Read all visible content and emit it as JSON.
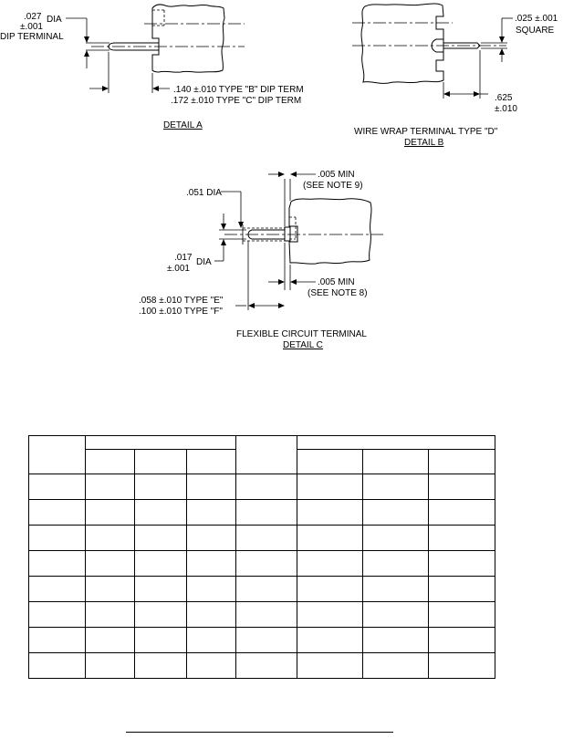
{
  "detail_a": {
    "dia_value": ".027",
    "dia_word": "DIA",
    "dia_tol": "±.001",
    "dip_terminal": "DIP TERMINAL",
    "type_b": ".140 ±.010 TYPE \"B\" DIP TERM",
    "type_c": ".172 ±.010 TYPE \"C\" DIP TERM",
    "caption": "DETAIL  A"
  },
  "detail_b": {
    "square_value": ".025 ±.001",
    "square_word": "SQUARE",
    "len_value": ".625",
    "len_tol": "±.010",
    "title": "WIRE WRAP TERMINAL TYPE \"D\"",
    "caption": "DETAIL  B"
  },
  "detail_c": {
    "min_top": ".005 MIN",
    "note_9": "(SEE NOTE 9)",
    "dia_051": ".051 DIA",
    "dia_017_value": ".017",
    "dia_017_word": "DIA",
    "dia_017_tol": "±.001",
    "min_bottom": ".005 MIN",
    "note_8": "(SEE NOTE 8)",
    "type_e": ".058 ±.010 TYPE \"E\"",
    "type_f": ".100 ±.010 TYPE \"F\"",
    "title": "FLEXIBLE CIRCUIT TERMINAL",
    "caption": "DETAIL  C"
  },
  "table": {
    "rows": 8
  }
}
